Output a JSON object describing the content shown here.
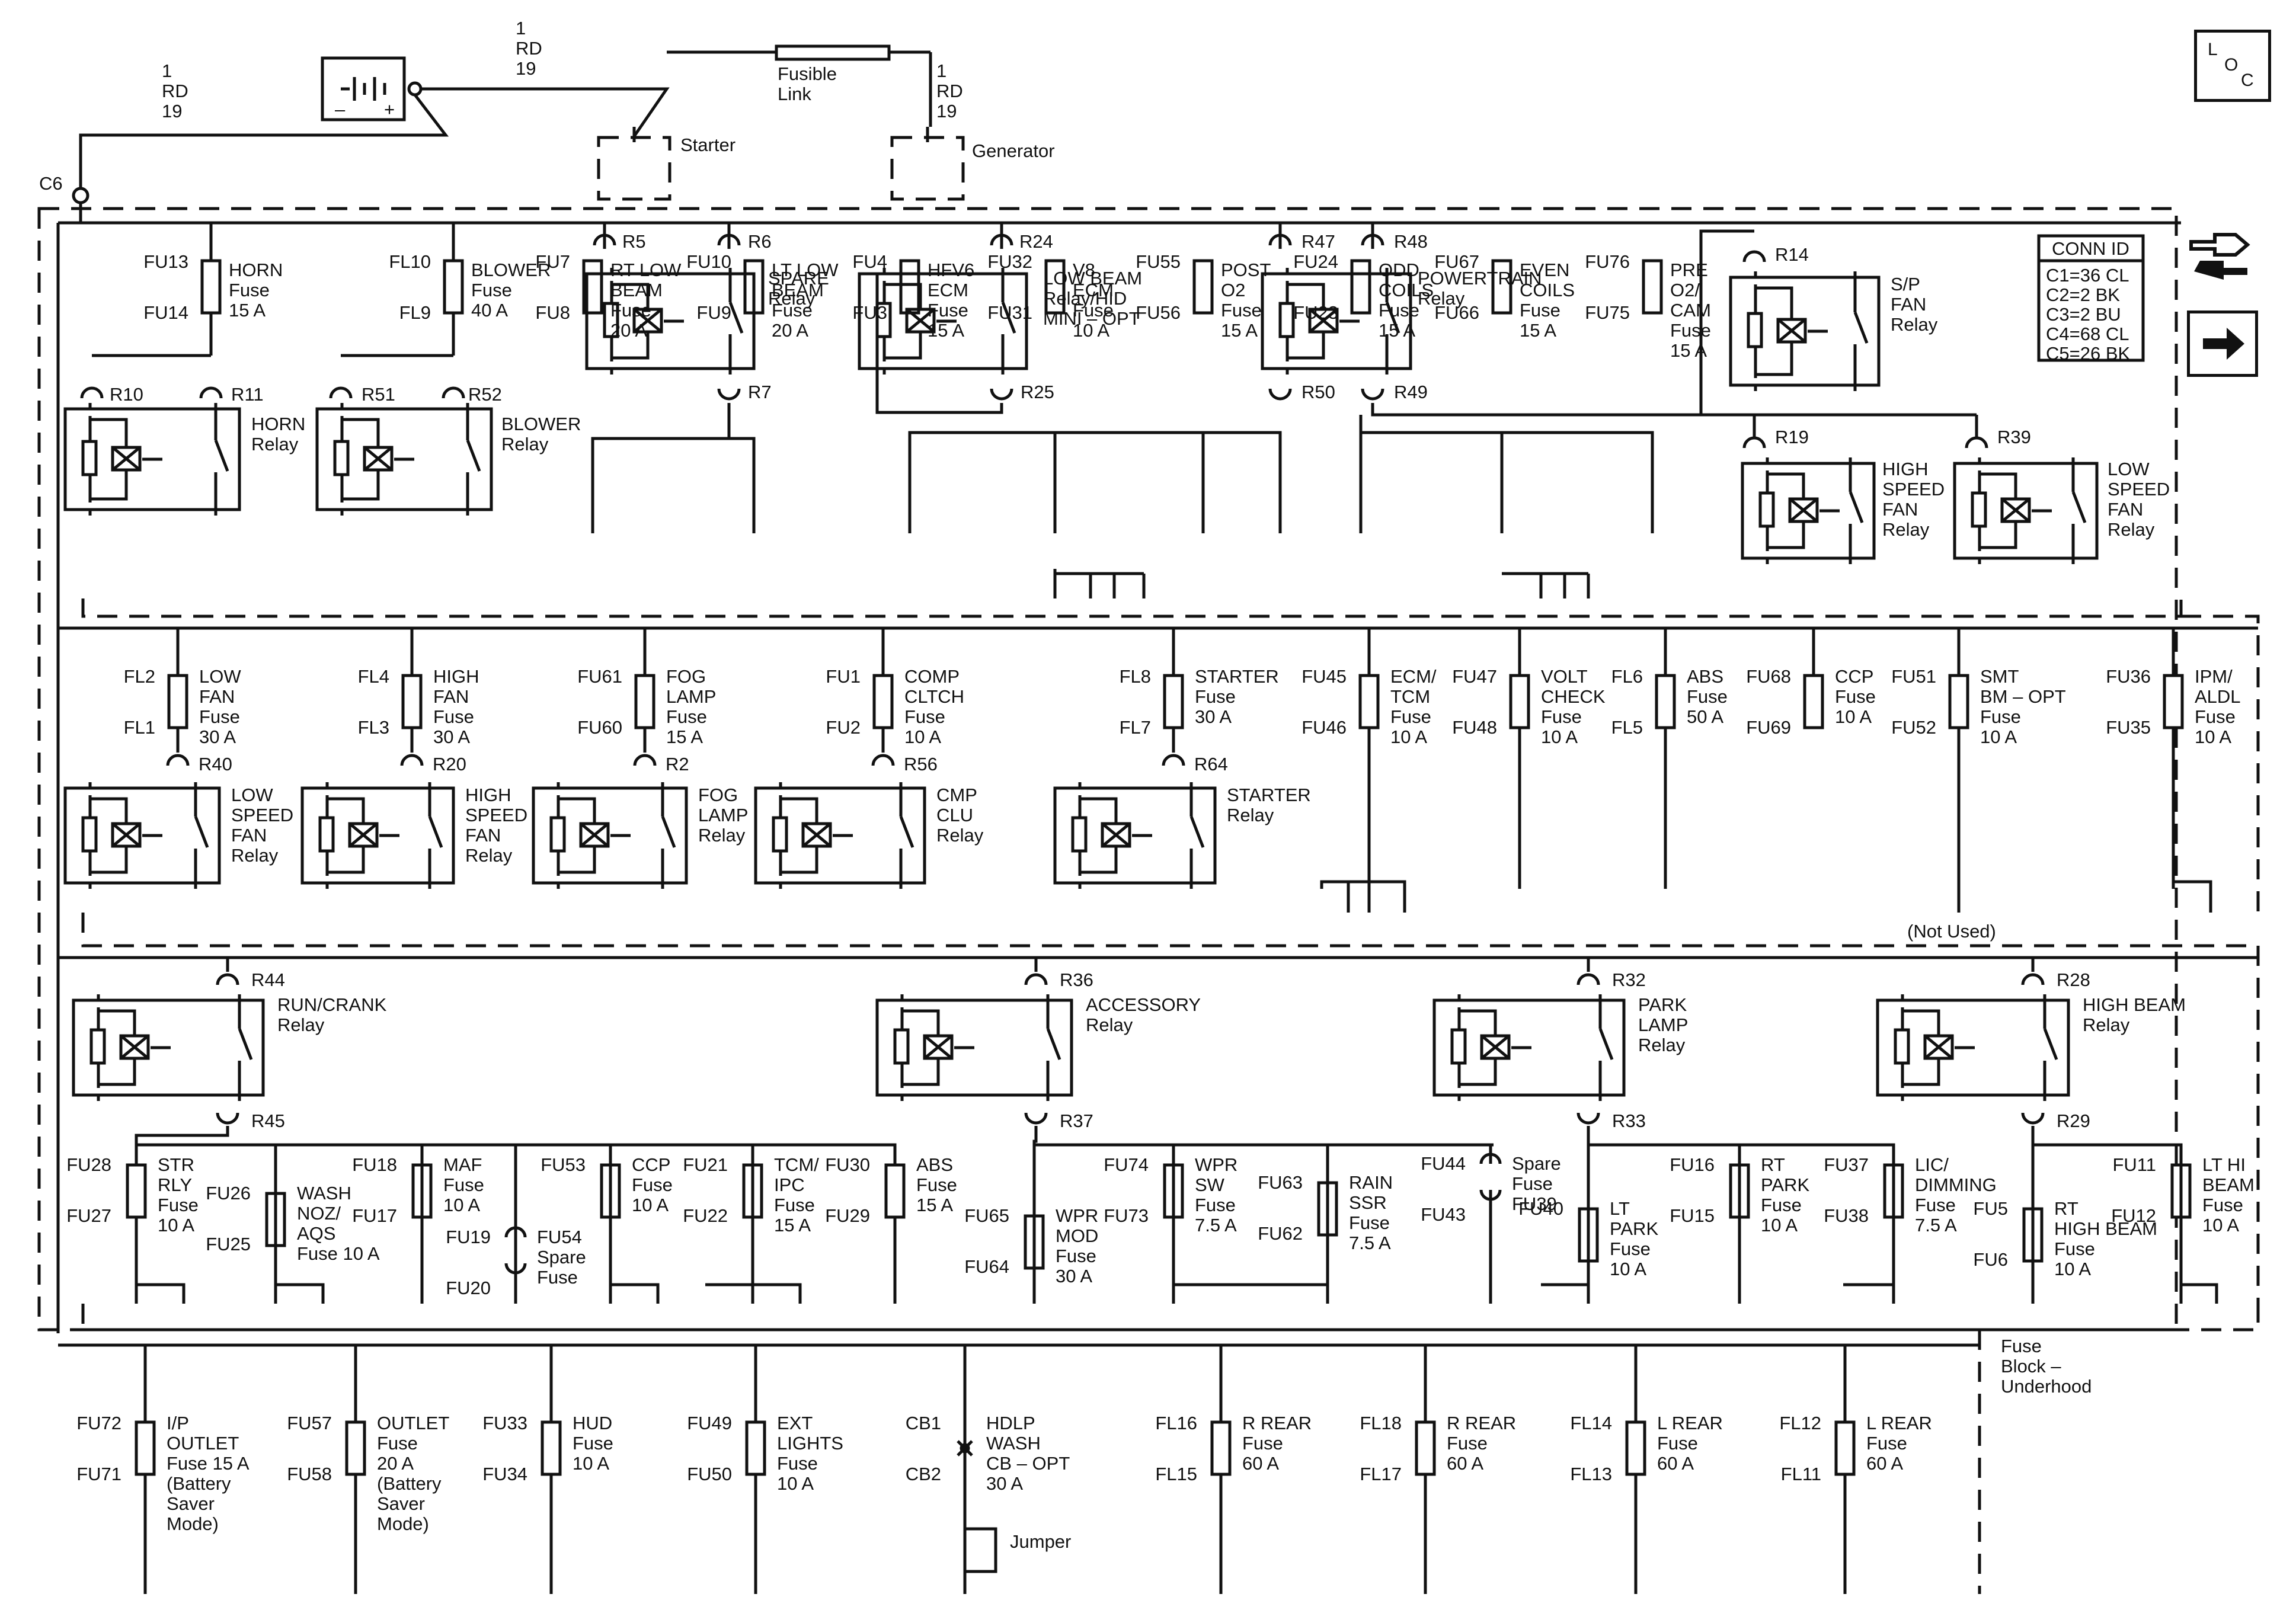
{
  "header": {
    "loc": [
      "L",
      "O",
      "C"
    ],
    "back_icon": "fused-arrows-back-icon",
    "forward_icon": "arrow-right-icon"
  },
  "power": {
    "wire_left": [
      "1",
      "RD",
      "19"
    ],
    "wire_mid": [
      "1",
      "RD",
      "19"
    ],
    "wire_right": [
      "1",
      "RD",
      "19"
    ],
    "battery_minus": "–",
    "battery_plus": "+",
    "starter": "Starter",
    "generator": "Generator",
    "fusible_link": [
      "Fusible",
      "Link"
    ],
    "c6": "C6"
  },
  "conn_id": {
    "title": "CONN ID",
    "rows": [
      "C1=36 CL",
      "C2=2 BK",
      "C3=2 BU",
      "C4=68 CL",
      "C5=26 BK"
    ]
  },
  "row1": {
    "fuses": [
      {
        "top": "FU13",
        "bot": "FU14",
        "label": [
          "HORN",
          "Fuse",
          "15 A"
        ]
      },
      {
        "top": "FL10",
        "bot": "FL9",
        "label": [
          "BLOWER",
          "Fuse",
          "40 A"
        ]
      },
      {
        "top": "FU7",
        "bot": "FU8",
        "label": [
          "RT LOW",
          "BEAM",
          "Fuse",
          "20 A"
        ]
      },
      {
        "top": "FU10",
        "bot": "FU9",
        "label": [
          "LT LOW",
          "BEAM",
          "Fuse",
          "20 A"
        ]
      },
      {
        "top": "FU4",
        "bot": "FU3",
        "label": [
          "HFV6",
          "ECM",
          "Fuse",
          "15 A"
        ]
      },
      {
        "top": "FU32",
        "bot": "FU31",
        "label": [
          "V8",
          "ECM",
          "Fuse",
          "10 A"
        ]
      },
      {
        "top": "FU55",
        "bot": "FU56",
        "label": [
          "POST",
          "O2",
          "Fuse",
          "15 A"
        ]
      },
      {
        "top": "FU24",
        "bot": "FU23",
        "label": [
          "ODD",
          "COILS",
          "Fuse",
          "15 A"
        ]
      },
      {
        "top": "FU67",
        "bot": "FU66",
        "label": [
          "EVEN",
          "COILS",
          "Fuse",
          "15 A"
        ]
      },
      {
        "top": "FU76",
        "bot": "FU75",
        "label": [
          "PRE",
          "O2/",
          "CAM",
          "Fuse",
          "15 A"
        ]
      }
    ],
    "relays": [
      {
        "in": "R10",
        "out": "R11",
        "label": [
          "HORN",
          "Relay"
        ]
      },
      {
        "in": "R51",
        "out": "R52",
        "label": [
          "BLOWER",
          "Relay"
        ]
      },
      {
        "in": "R5",
        "out": "R6",
        "low": "R7",
        "label": [
          "SPARE",
          "Relay"
        ]
      },
      {
        "in": "",
        "out": "R24",
        "low": "R25",
        "label": [
          "LOW BEAM",
          "Relay/HID",
          "MINI – OPT"
        ]
      },
      {
        "in": "R47",
        "out": "R48",
        "low": "R50",
        "low2": "R49",
        "label": [
          "POWERTRAIN",
          "Relay"
        ]
      },
      {
        "in": "",
        "out": "R14",
        "label": [
          "S/P",
          "FAN",
          "Relay"
        ]
      },
      {
        "in": "",
        "out": "R19",
        "label": [
          "HIGH",
          "SPEED",
          "FAN",
          "Relay"
        ]
      },
      {
        "in": "",
        "out": "R39",
        "label": [
          "LOW",
          "SPEED",
          "FAN",
          "Relay"
        ]
      }
    ]
  },
  "row2": {
    "fuses": [
      {
        "top": "FL2",
        "bot": "FL1",
        "label": [
          "LOW",
          "FAN",
          "Fuse",
          "30 A"
        ]
      },
      {
        "top": "FL4",
        "bot": "FL3",
        "label": [
          "HIGH",
          "FAN",
          "Fuse",
          "30 A"
        ]
      },
      {
        "top": "FU61",
        "bot": "FU60",
        "label": [
          "FOG",
          "LAMP",
          "Fuse",
          "15 A"
        ]
      },
      {
        "top": "FU1",
        "bot": "FU2",
        "label": [
          "COMP",
          "CLTCH",
          "Fuse",
          "10 A"
        ]
      },
      {
        "top": "FL8",
        "bot": "FL7",
        "label": [
          "STARTER",
          "Fuse",
          "30 A"
        ]
      },
      {
        "top": "FU45",
        "bot": "FU46",
        "label": [
          "ECM/",
          "TCM",
          "Fuse",
          "10 A"
        ]
      },
      {
        "top": "FU47",
        "bot": "FU48",
        "label": [
          "VOLT",
          "CHECK",
          "Fuse",
          "10 A"
        ]
      },
      {
        "top": "FL6",
        "bot": "FL5",
        "label": [
          "ABS",
          "Fuse",
          "50 A"
        ]
      },
      {
        "top": "FU68",
        "bot": "FU69",
        "label": [
          "CCP",
          "Fuse",
          "10 A"
        ]
      },
      {
        "top": "FU51",
        "bot": "FU52",
        "label": [
          "SMT",
          "BM – OPT",
          "Fuse",
          "10 A"
        ]
      },
      {
        "top": "FU36",
        "bot": "FU35",
        "label": [
          "IPM/",
          "ALDL",
          "Fuse",
          "10 A"
        ]
      }
    ],
    "relays": [
      {
        "pin": "R40",
        "label": [
          "LOW",
          "SPEED",
          "FAN",
          "Relay"
        ]
      },
      {
        "pin": "R20",
        "label": [
          "HIGH",
          "SPEED",
          "FAN",
          "Relay"
        ]
      },
      {
        "pin": "R2",
        "label": [
          "FOG",
          "LAMP",
          "Relay"
        ]
      },
      {
        "pin": "R56",
        "label": [
          "CMP",
          "CLU",
          "Relay"
        ]
      },
      {
        "pin": "R64",
        "label": [
          "STARTER",
          "Relay"
        ]
      }
    ],
    "not_used": "(Not Used)"
  },
  "row3": {
    "relays": [
      {
        "in": "R44",
        "out": "R45",
        "label": [
          "RUN/CRANK",
          "Relay"
        ]
      },
      {
        "in": "R36",
        "out": "R37",
        "label": [
          "ACCESSORY",
          "Relay"
        ]
      },
      {
        "in": "R32",
        "out": "R33",
        "label": [
          "PARK",
          "LAMP",
          "Relay"
        ]
      },
      {
        "in": "R28",
        "out": "R29",
        "label": [
          "HIGH BEAM",
          "Relay"
        ]
      }
    ],
    "fuses": [
      {
        "top": "FU28",
        "bot": "FU27",
        "label": [
          "STR",
          "RLY",
          "Fuse",
          "10 A"
        ]
      },
      {
        "top": "FU26",
        "bot": "FU25",
        "label": [
          "WASH",
          "NOZ/",
          "AQS",
          "Fuse 10 A"
        ]
      },
      {
        "top": "FU18",
        "bot": "FU17",
        "label": [
          "MAF",
          "Fuse",
          "10 A"
        ]
      },
      {
        "top": "FU19",
        "bot": "FU20",
        "label": [
          "FU54",
          "Spare",
          "Fuse"
        ]
      },
      {
        "top": "FU53",
        "bot": "",
        "label": [
          "CCP",
          "Fuse",
          "10 A"
        ]
      },
      {
        "top": "FU21",
        "bot": "FU22",
        "label": [
          "TCM/",
          "IPC",
          "Fuse",
          "15 A"
        ]
      },
      {
        "top": "FU30",
        "bot": "FU29",
        "label": [
          "ABS",
          "Fuse",
          "15 A"
        ]
      },
      {
        "top": "FU65",
        "bot": "FU64",
        "label": [
          "WPR",
          "MOD",
          "Fuse",
          "30 A"
        ]
      },
      {
        "top": "FU74",
        "bot": "FU73",
        "label": [
          "WPR",
          "SW",
          "Fuse",
          "7.5 A"
        ]
      },
      {
        "top": "FU63",
        "bot": "FU62",
        "label": [
          "RAIN",
          "SSR",
          "Fuse",
          "7.5 A"
        ]
      },
      {
        "top": "FU44",
        "bot": "FU43",
        "label": [
          "Spare",
          "Fuse",
          "FU39"
        ]
      },
      {
        "top": "FU40",
        "bot": "",
        "label": [
          "LT",
          "PARK",
          "Fuse",
          "10 A"
        ]
      },
      {
        "top": "FU16",
        "bot": "FU15",
        "label": [
          "RT",
          "PARK",
          "Fuse",
          "10 A"
        ]
      },
      {
        "top": "FU37",
        "bot": "FU38",
        "label": [
          "LIC/",
          "DIMMING",
          "Fuse",
          "7.5 A"
        ]
      },
      {
        "top": "FU5",
        "bot": "FU6",
        "label": [
          "RT",
          "HIGH BEAM",
          "Fuse",
          "10 A"
        ]
      },
      {
        "top": "FU11",
        "bot": "FU12",
        "label": [
          "LT HI",
          "BEAM",
          "Fuse",
          "10 A"
        ]
      }
    ]
  },
  "row4": {
    "block_label": [
      "Fuse",
      "Block –",
      "Underhood"
    ],
    "fuses": [
      {
        "top": "FU72",
        "bot": "FU71",
        "label": [
          "I/P",
          "OUTLET",
          "Fuse 15 A",
          "(Battery",
          "Saver",
          "Mode)"
        ]
      },
      {
        "top": "FU57",
        "bot": "FU58",
        "label": [
          "OUTLET",
          "Fuse",
          "20 A",
          "(Battery",
          "Saver",
          "Mode)"
        ]
      },
      {
        "top": "FU33",
        "bot": "FU34",
        "label": [
          "HUD",
          "Fuse",
          "10 A"
        ]
      },
      {
        "top": "FU49",
        "bot": "FU50",
        "label": [
          "EXT",
          "LIGHTS",
          "Fuse",
          "10 A"
        ]
      },
      {
        "top": "CB1",
        "bot": "CB2",
        "label": [
          "HDLP",
          "WASH",
          "CB – OPT",
          "30 A"
        ]
      },
      {
        "top": "FL16",
        "bot": "FL15",
        "label": [
          "R REAR",
          "Fuse",
          "60 A"
        ]
      },
      {
        "top": "FL18",
        "bot": "FL17",
        "label": [
          "R REAR",
          "Fuse",
          "60 A"
        ]
      },
      {
        "top": "FL14",
        "bot": "FL13",
        "label": [
          "L REAR",
          "Fuse",
          "60 A"
        ]
      },
      {
        "top": "FL12",
        "bot": "FL11",
        "label": [
          "L REAR",
          "Fuse",
          "60 A"
        ]
      }
    ],
    "jumper": "Jumper"
  }
}
